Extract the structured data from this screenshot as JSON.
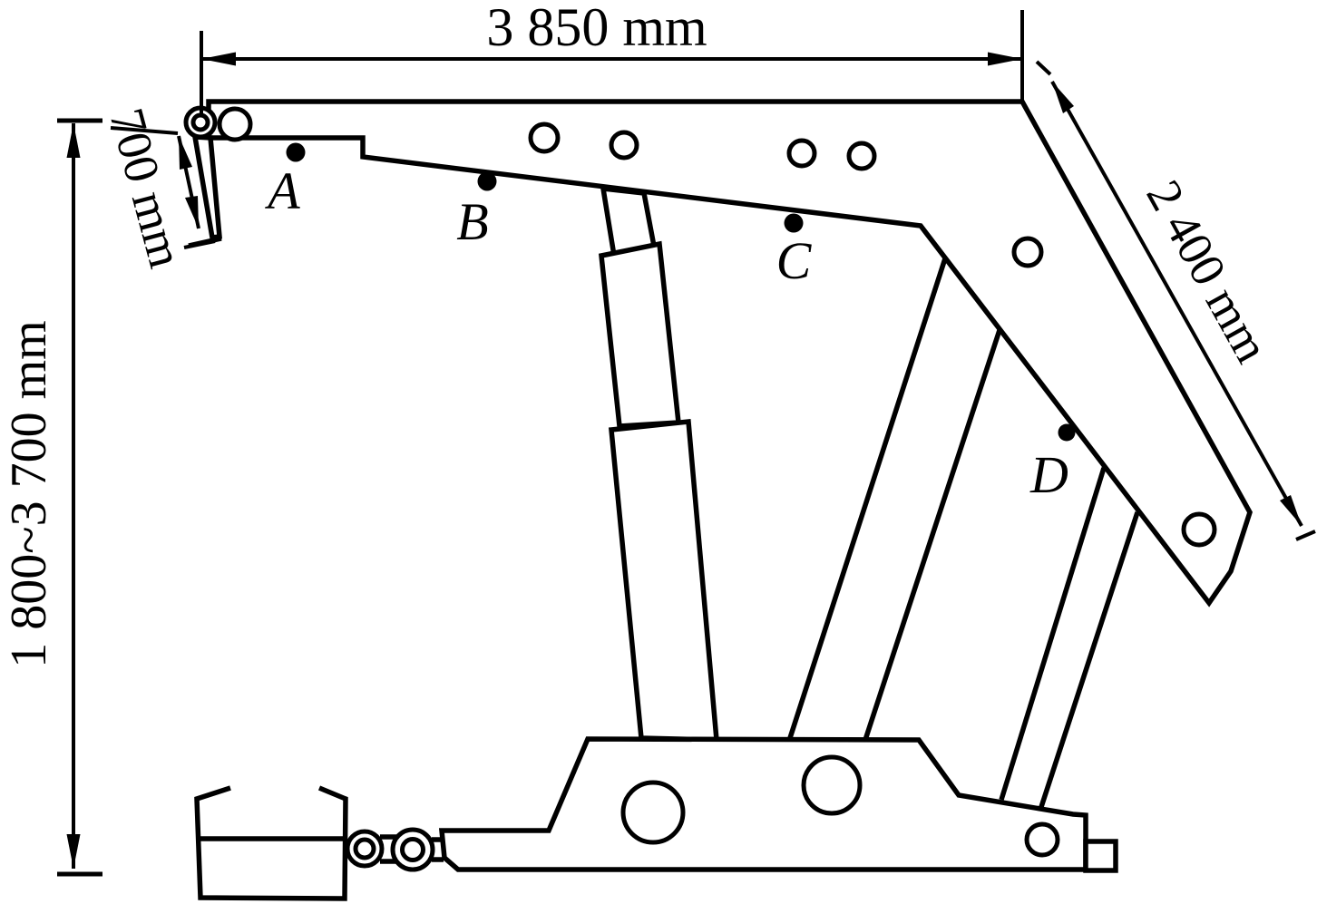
{
  "diagram": {
    "background_color": "#ffffff",
    "line_color": "#000000",
    "dimensions": {
      "top_width_label": "3 850 mm",
      "tip_flipper_label": "700 mm",
      "height_range_label": "1 800~3 700 mm",
      "shield_length_label": "2 400 mm"
    },
    "point_labels": {
      "a": "A",
      "b": "B",
      "c": "C",
      "d": "D"
    }
  }
}
